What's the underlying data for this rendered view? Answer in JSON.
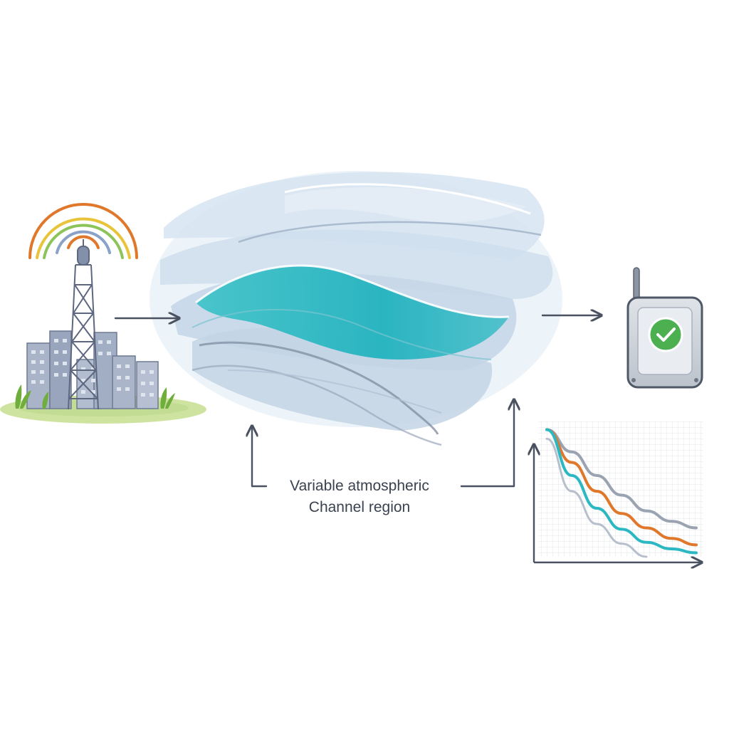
{
  "colors": {
    "accent_teal": "#2bb8c2",
    "signal_orange": "#e0782c",
    "signal_yellow": "#e8c43a",
    "signal_green": "#8cc45a",
    "status_ok": "#4caf50",
    "arrow": "#4a5160",
    "building": "#9aa6bd",
    "ground": "#cfe3a0"
  },
  "icons": {
    "tower": "radio-tower-icon",
    "city": "city-buildings-icon",
    "channel": "atmospheric-wave-icon",
    "receiver": "receiver-device-icon",
    "status": "check-icon",
    "graph": "decay-curves-icon"
  },
  "labels": {
    "region_line1": "Variable atmospheric",
    "region_line2": "Channel region"
  },
  "chart_data": {
    "type": "line",
    "title": "",
    "xlabel": "",
    "ylabel": "",
    "grid": true,
    "series": [
      {
        "color": "#9aa3b2",
        "x": [
          0,
          1,
          2,
          3,
          4,
          5,
          6
        ],
        "y": [
          0.97,
          0.8,
          0.62,
          0.47,
          0.35,
          0.27,
          0.22
        ]
      },
      {
        "color": "#e0782c",
        "x": [
          0,
          1,
          2,
          3,
          4,
          5,
          6
        ],
        "y": [
          0.97,
          0.72,
          0.5,
          0.33,
          0.22,
          0.14,
          0.09
        ]
      },
      {
        "color": "#2bb8c2",
        "x": [
          0,
          1,
          2,
          3,
          4,
          5,
          6
        ],
        "y": [
          0.97,
          0.62,
          0.37,
          0.21,
          0.11,
          0.06,
          0.03
        ]
      },
      {
        "color": "#b7bfcc",
        "x": [
          0,
          1,
          2,
          3,
          4
        ],
        "y": [
          0.9,
          0.5,
          0.25,
          0.1,
          0.0
        ]
      }
    ]
  }
}
